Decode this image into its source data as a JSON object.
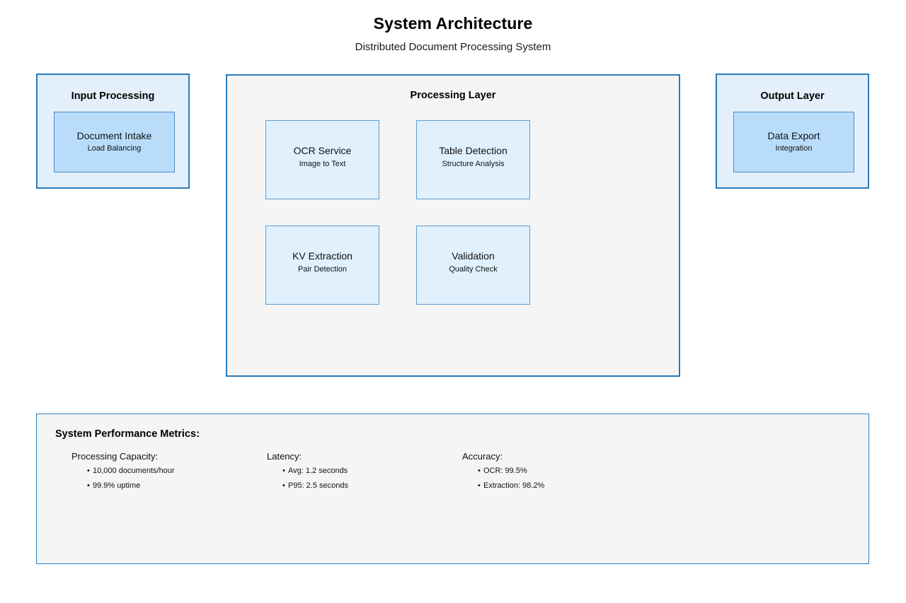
{
  "header": {
    "title": "System Architecture",
    "subtitle": "Distributed Document Processing System"
  },
  "colors": {
    "panel_border": "#2a7ab9",
    "side_panel_fill": "#e3f0fb",
    "center_panel_fill": "#f5f5f5",
    "side_node_fill": "#b9dcfb",
    "proc_node_fill": "#e0f0fc",
    "node_border": "#5b9bd1",
    "text": "#111111",
    "background": "#ffffff"
  },
  "input_layer": {
    "heading": "Input Processing",
    "node": {
      "title": "Document Intake",
      "subtitle": "Load Balancing"
    }
  },
  "processing_layer": {
    "heading": "Processing Layer",
    "nodes": [
      {
        "title": "OCR Service",
        "subtitle": "Image to Text"
      },
      {
        "title": "Table Detection",
        "subtitle": "Structure Analysis"
      },
      {
        "title": "KV Extraction",
        "subtitle": "Pair Detection"
      },
      {
        "title": "Validation",
        "subtitle": "Quality Check"
      }
    ]
  },
  "output_layer": {
    "heading": "Output Layer",
    "node": {
      "title": "Data Export",
      "subtitle": "Integration"
    }
  },
  "metrics": {
    "heading": "System Performance Metrics:",
    "groups": [
      {
        "label": "Processing Capacity:",
        "items": [
          "10,000 documents/hour",
          "99.9% uptime"
        ]
      },
      {
        "label": "Latency:",
        "items": [
          "Avg: 1.2 seconds",
          "P95: 2.5 seconds"
        ]
      },
      {
        "label": "Accuracy:",
        "items": [
          "OCR: 99.5%",
          "Extraction: 98.2%"
        ]
      }
    ],
    "bullet_glyph": "•"
  }
}
